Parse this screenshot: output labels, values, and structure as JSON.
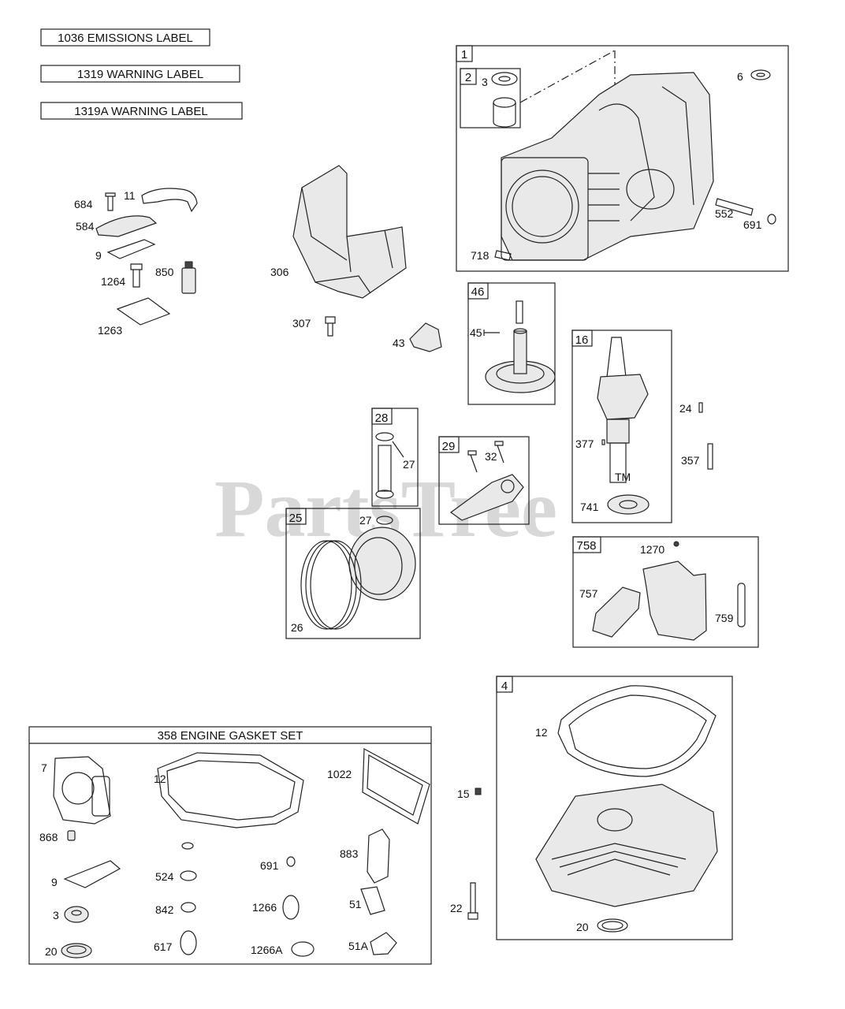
{
  "labels_top": [
    "1036 EMISSIONS LABEL",
    "1319 WARNING LABEL",
    "1319A WARNING LABEL"
  ],
  "watermark": "PartsTree",
  "watermark_mark": "TM",
  "gasket_set_title": "358 ENGINE GASKET SET",
  "box_tags": {
    "b1": "1",
    "b2": "2",
    "b46": "46",
    "b16": "16",
    "b28": "28",
    "b29": "29",
    "b25": "25",
    "b758": "758",
    "b4": "4"
  },
  "parts": {
    "p3": "3",
    "p6": "6",
    "p552": "552",
    "p691": "691",
    "p718": "718",
    "p684": "684",
    "p11": "11",
    "p584": "584",
    "p9": "9",
    "p1264": "1264",
    "p850": "850",
    "p1263": "1263",
    "p306": "306",
    "p307": "307",
    "p43": "43",
    "p45": "45",
    "p24": "24",
    "p377": "377",
    "p357": "357",
    "p741": "741",
    "p27a": "27",
    "p32": "32",
    "p27b": "27",
    "p26": "26",
    "p1270": "1270",
    "p757": "757",
    "p759": "759",
    "p12b": "12",
    "p15": "15",
    "p22": "22",
    "p20b": "20"
  },
  "gasket_parts": {
    "g7": "7",
    "g12": "12",
    "g1022": "1022",
    "g868": "868",
    "g883": "883",
    "g691": "691",
    "g9": "9",
    "g524": "524",
    "g3": "3",
    "g842": "842",
    "g1266": "1266",
    "g51": "51",
    "g20": "20",
    "g617": "617",
    "g1266a": "1266A",
    "g51a": "51A"
  }
}
